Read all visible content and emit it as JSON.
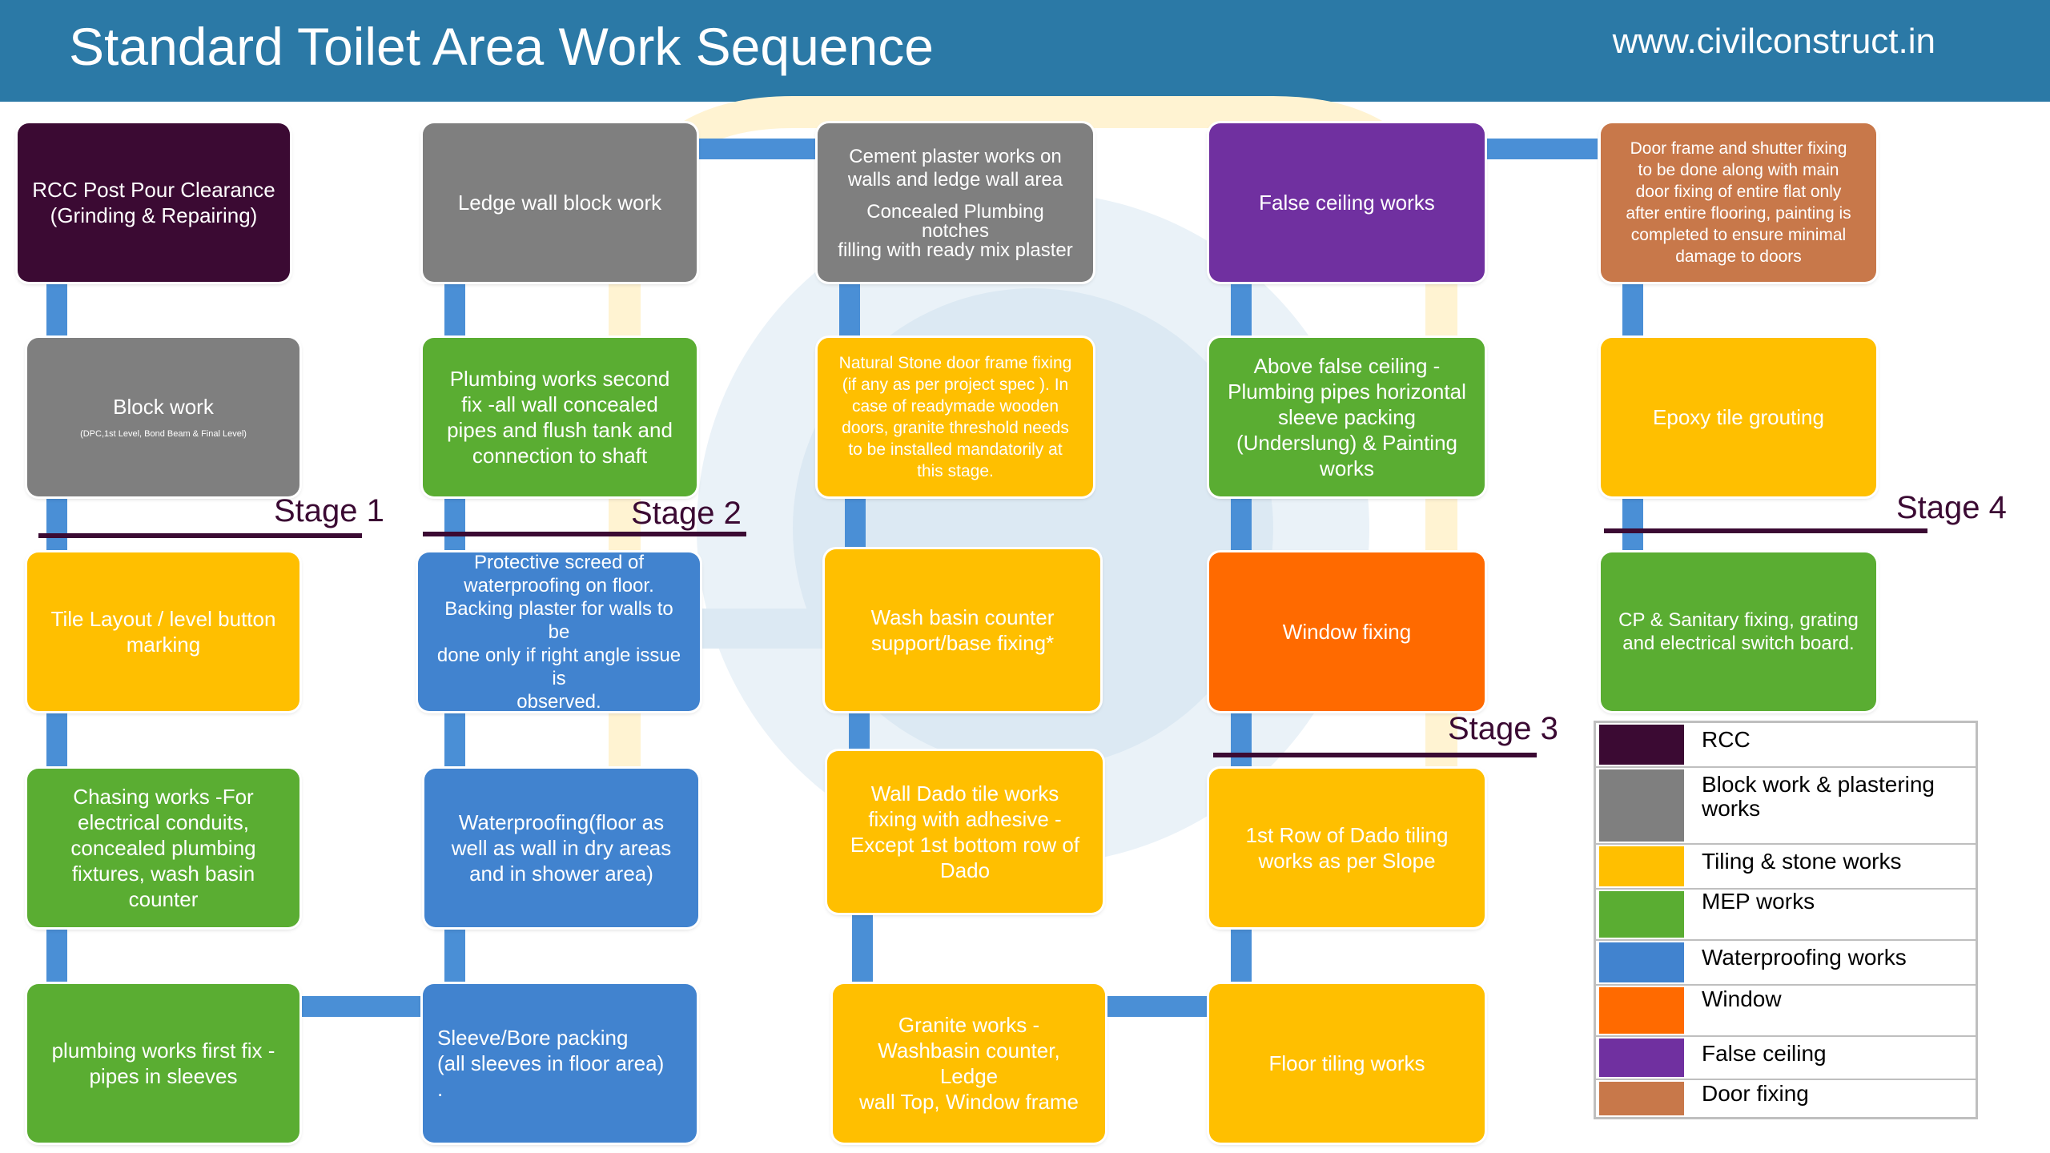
{
  "header": {
    "title": "Standard Toilet Area Work Sequence",
    "website": "www.civilconstruct.in"
  },
  "colors": {
    "header_bg": "#2b79a6",
    "rcc": "#3b0a33",
    "block_plastering": "#7f7f7f",
    "tiling_stone": "#ffbf00",
    "mep": "#5aad32",
    "waterproofing": "#4183cf",
    "window": "#ff6a00",
    "false_ceiling": "#7030a0",
    "door_fixing": "#c8784a",
    "connector": "#4a8fd6",
    "stage_line": "#3b0a33"
  },
  "columns": [
    {
      "steps": [
        {
          "category": "rcc",
          "lines": [
            "RCC Post Pour Clearance",
            "(Grinding & Repairing)"
          ]
        },
        {
          "category": "block_plastering",
          "lines": [
            "Block work"
          ],
          "sub": "(DPC,1st Level, Bond Beam & Final Level)"
        },
        {
          "category": "tiling_stone",
          "lines": [
            "Tile Layout / level button",
            "marking"
          ]
        },
        {
          "category": "mep",
          "lines": [
            "Chasing works -For",
            "electrical conduits,",
            "concealed plumbing",
            "fixtures, wash basin",
            "counter"
          ]
        },
        {
          "category": "mep",
          "lines": [
            "plumbing works first fix -",
            "pipes in sleeves"
          ]
        }
      ]
    },
    {
      "steps": [
        {
          "category": "block_plastering",
          "lines": [
            "Ledge wall block work"
          ]
        },
        {
          "category": "mep",
          "lines": [
            "Plumbing works second",
            "fix -all wall concealed",
            "pipes and flush tank and",
            "connection to shaft"
          ]
        },
        {
          "category": "waterproofing",
          "lines": [
            "Protective screed of",
            "waterproofing on floor.",
            "Backing plaster for walls to be",
            "done only if right angle issue is",
            "observed."
          ]
        },
        {
          "category": "waterproofing",
          "lines": [
            "Waterproofing(floor as",
            "well as wall in dry areas",
            "and in shower area)"
          ]
        },
        {
          "category": "waterproofing",
          "lines": [
            "Sleeve/Bore packing",
            "(all sleeves in floor area)",
            "."
          ]
        }
      ]
    },
    {
      "steps": [
        {
          "category": "block_plastering",
          "lines": [
            "Cement plaster works on",
            "walls and ledge wall area"
          ],
          "lines2": [
            "Concealed Plumbing notches",
            "filling with ready mix plaster"
          ]
        },
        {
          "category": "tiling_stone",
          "lines": [
            "Natural Stone door frame fixing",
            "(if any as per project spec ). In",
            "case of readymade wooden",
            "doors, granite threshold needs",
            "to be installed mandatorily at",
            "this stage."
          ]
        },
        {
          "category": "tiling_stone",
          "lines": [
            "Wash  basin  counter",
            "support/base fixing*"
          ]
        },
        {
          "category": "tiling_stone",
          "lines": [
            "Wall Dado tile works",
            "fixing with adhesive -",
            "Except 1st bottom row of",
            "Dado"
          ]
        },
        {
          "category": "tiling_stone",
          "lines": [
            "Granite works -",
            "Washbasin  counter,  Ledge",
            "wall Top, Window frame"
          ]
        }
      ]
    },
    {
      "steps": [
        {
          "category": "false_ceiling",
          "lines": [
            "False ceiling works"
          ]
        },
        {
          "category": "mep",
          "lines": [
            "Above false ceiling -",
            "Plumbing pipes horizontal",
            "sleeve packing",
            "(Underslung) & Painting",
            "works"
          ]
        },
        {
          "category": "window",
          "lines": [
            "Window fixing"
          ]
        },
        {
          "category": "tiling_stone",
          "lines": [
            "1st Row of Dado tiling",
            "works as per Slope"
          ]
        },
        {
          "category": "tiling_stone",
          "lines": [
            "Floor tiling works"
          ]
        }
      ]
    },
    {
      "steps": [
        {
          "category": "door_fixing",
          "lines": [
            "Door frame and shutter fixing",
            "to be done along with main",
            "door fixing of entire flat only",
            "after entire flooring, painting is",
            "completed to ensure minimal",
            "damage to doors"
          ]
        },
        {
          "category": "tiling_stone",
          "lines": [
            "Epoxy tile grouting"
          ]
        },
        {
          "category": "mep",
          "lines": [
            "CP & Sanitary fixing, grating",
            "and electrical switch board."
          ]
        }
      ]
    }
  ],
  "stages": [
    "Stage 1",
    "Stage 2",
    "Stage 3",
    "Stage 4"
  ],
  "legend": [
    {
      "category": "rcc",
      "label": "RCC"
    },
    {
      "category": "block_plastering",
      "label": "Block work & plastering works"
    },
    {
      "category": "tiling_stone",
      "label": "Tiling & stone works"
    },
    {
      "category": "mep",
      "label": "MEP works"
    },
    {
      "category": "waterproofing",
      "label": "Waterproofing works"
    },
    {
      "category": "window",
      "label": "Window"
    },
    {
      "category": "false_ceiling",
      "label": "False ceiling"
    },
    {
      "category": "door_fixing",
      "label": "Door fixing"
    }
  ]
}
